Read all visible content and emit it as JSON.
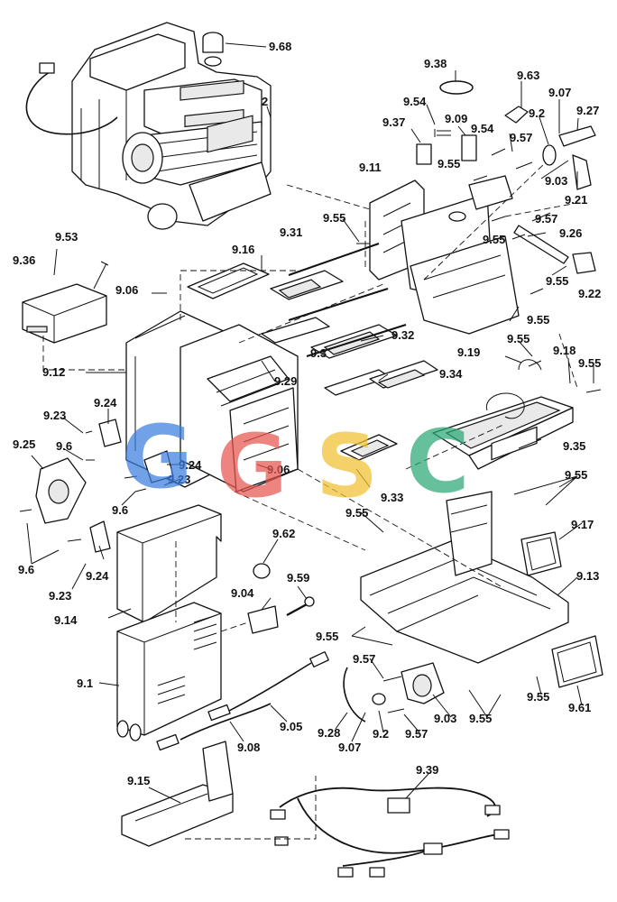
{
  "labels": {
    "l968": "9.68",
    "l2": "2",
    "l938": "9.38",
    "l963": "9.63",
    "l954a": "9.54",
    "l937": "9.37",
    "l909": "9.09",
    "l954b": "9.54",
    "l957a": "9.57",
    "l92a": "9.2",
    "l907a": "9.07",
    "l927": "9.27",
    "l955a": "9.55",
    "l911": "9.11",
    "l903a": "9.03",
    "l921": "9.21",
    "l957b": "9.57",
    "l955b": "9.55",
    "l926": "9.26",
    "l955c": "9.55",
    "l922": "9.22",
    "l955d": "9.55",
    "l936": "9.36",
    "l953": "9.53",
    "l916": "9.16",
    "l931": "9.31",
    "l906a": "9.06",
    "l955e": "9.55",
    "l955f": "9.55",
    "l912": "9.12",
    "l932": "9.32",
    "l93": "9.3",
    "l919": "9.19",
    "l918": "9.18",
    "l955g": "9.55",
    "l929": "9.29",
    "l934": "9.34",
    "l924a": "9.24",
    "l923a": "9.23",
    "l96a": "9.6",
    "l925": "9.25",
    "l935": "9.35",
    "l924b": "9.24",
    "l923b": "9.23",
    "l906b": "9.06",
    "l96b": "9.6",
    "l933": "9.33",
    "l955h": "9.55",
    "l955i": "9.55",
    "l96c": "9.6",
    "l924c": "9.24",
    "l923c": "9.23",
    "l917": "9.17",
    "l962": "9.62",
    "l913": "9.13",
    "l904": "9.04",
    "l959": "9.59",
    "l914": "9.14",
    "l955j": "9.55",
    "l957c": "9.57",
    "l91": "9.1",
    "l903b": "9.03",
    "l955k": "9.55",
    "l955l": "9.55",
    "l961": "9.61",
    "l928": "9.28",
    "l907b": "9.07",
    "l92b": "9.2",
    "l957d": "9.57",
    "l905": "9.05",
    "l908": "9.08",
    "l915": "9.15",
    "l939": "9.39"
  },
  "watermark": {
    "letters": [
      "G",
      "G",
      "S",
      "C"
    ],
    "colors": [
      "#3b7ddd",
      "#e8554e",
      "#f2c230",
      "#2aa876"
    ]
  }
}
